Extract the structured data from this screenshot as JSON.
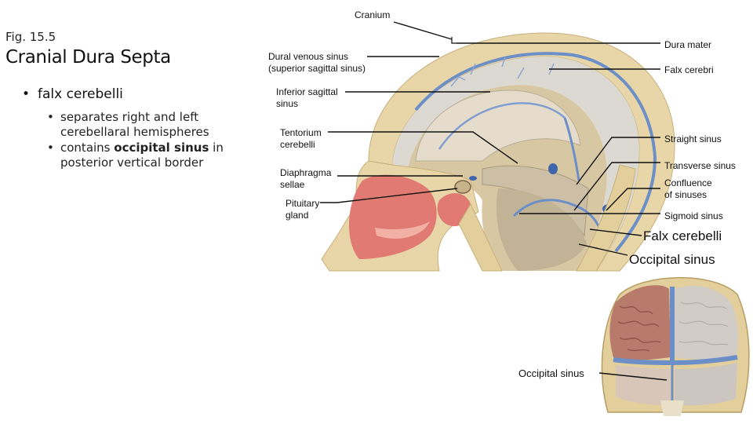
{
  "slide": {
    "figure_number": "Fig. 15.5",
    "title": "Cranial Dura Septa",
    "bullet": "falx cerebelli",
    "subbullets": [
      {
        "prefix": "separates right and left cerebellaral hemispheres",
        "bold": "",
        "suffix": ""
      },
      {
        "prefix": "contains ",
        "bold": "occipital sinus",
        "suffix": " in posterior vertical border"
      }
    ]
  },
  "diagram": {
    "labels": {
      "cranium": "Cranium",
      "dura_mater": "Dura mater",
      "dural_venous_sinus_1": "Dural venous sinus",
      "dural_venous_sinus_2": "(superior sagittal sinus)",
      "falx_cerebri": "Falx cerebri",
      "inferior_sagittal_1": "Inferior sagittal",
      "inferior_sagittal_2": "sinus",
      "tentorium_1": "Tentorium",
      "tentorium_2": "cerebelli",
      "straight_sinus": "Straight sinus",
      "transverse_sinus": "Transverse sinus",
      "diaphragma_1": "Diaphragma",
      "diaphragma_2": "sellae",
      "confluence_1": "Confluence",
      "confluence_2": "of sinuses",
      "pituitary_1": "Pituitary",
      "pituitary_2": "gland",
      "sigmoid_sinus": "Sigmoid sinus",
      "falx_cerebelli": "Falx cerebelli",
      "occipital_sinus": "Occipital sinus",
      "occipital_sinus_posterior": "Occipital sinus"
    },
    "colors": {
      "bone": "#e9d6a8",
      "dura": "#d9d6cf",
      "sinus": "#6d8fc8",
      "brain_left": "#b87a6a",
      "brain_right": "#c9c2bd",
      "nasal": "#e07a72"
    }
  }
}
